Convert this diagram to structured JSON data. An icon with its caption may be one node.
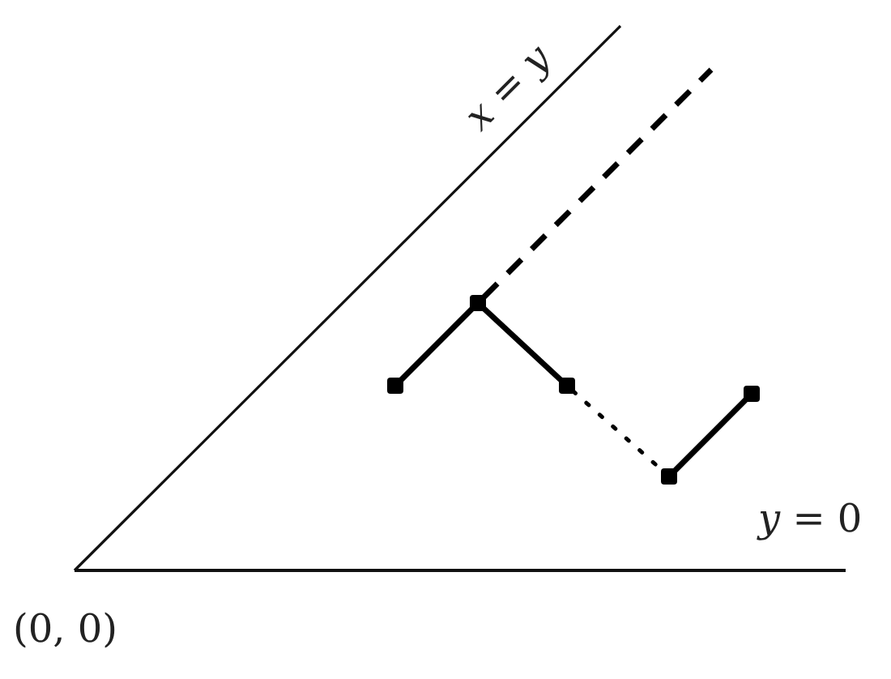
{
  "diagram": {
    "nodes": [
      {
        "text": [],
        "shape": "box"
      },
      {
        "text": [],
        "shape": "box"
      },
      {
        "text": [],
        "shape": "box"
      },
      {
        "text": [],
        "shape": "box"
      },
      {
        "text": [],
        "shape": "box"
      }
    ],
    "edges": [
      {
        "from": 0,
        "to": 1,
        "arrow": "none"
      },
      {
        "from": 1,
        "to": 2,
        "arrow": "none"
      },
      {
        "from": 2,
        "to": 3,
        "arrow": "none",
        "style": "dashed"
      },
      {
        "from": 3,
        "to": 4,
        "arrow": "none"
      },
      {
        "from": 1,
        "to": null,
        "arrow": "none",
        "style": "dashed"
      }
    ],
    "labels": [
      "*x* = *y*",
      "*y* = 0",
      "(0, 0)"
    ]
  }
}
